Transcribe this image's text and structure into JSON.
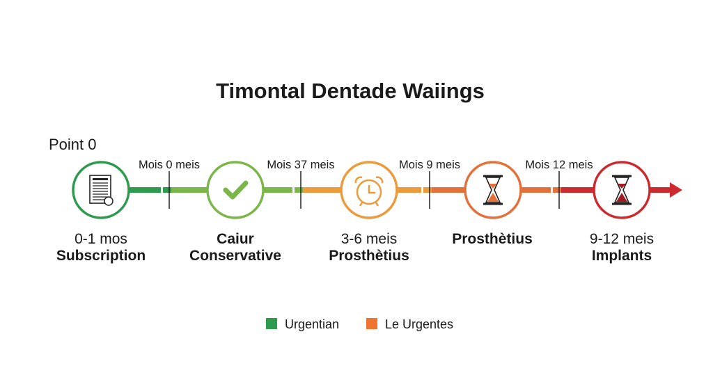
{
  "title": "Timontal Dentade Waiings",
  "start_label": "Point 0",
  "milestones": [
    {
      "icon": "contract-document-icon",
      "color": "#2e9a4e",
      "line1": "0-1 mos",
      "line2": "Subscription"
    },
    {
      "icon": "checkmark-icon",
      "color": "#7ab648",
      "line1": "Caiur",
      "line2": "Conservative"
    },
    {
      "icon": "alarm-clock-icon",
      "color": "#ec9a3a",
      "line1": "3-6 meis",
      "line2": "Prosthètius"
    },
    {
      "icon": "hourglass-icon",
      "color": "#e4713a",
      "line1": "Prosthètius",
      "line2": ""
    },
    {
      "icon": "hourglass-icon",
      "color": "#cc2a2e",
      "line1": "9-12 meis",
      "line2": "Implants"
    }
  ],
  "interval_labels": [
    "Mois 0 meis",
    "Mois 37 meis",
    "Mois 9 meis",
    "Mois 12 meis"
  ],
  "legend": [
    {
      "label": "Urgentian",
      "color": "#2e9a4e"
    },
    {
      "label": "Le Urgentes",
      "color": "#ef7430"
    }
  ]
}
